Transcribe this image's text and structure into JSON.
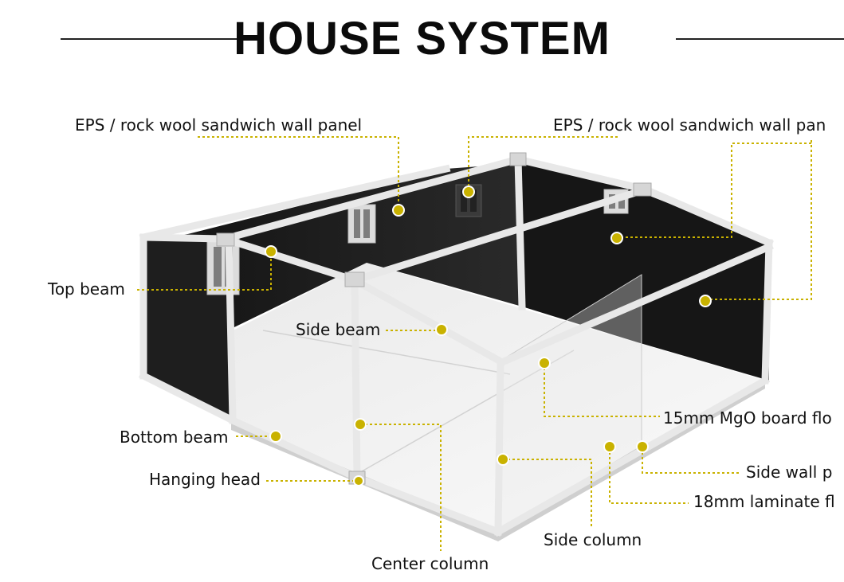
{
  "title": "HOUSE SYSTEM",
  "colors": {
    "callout": "#c9b200",
    "wall": "#1c1c1c",
    "frame": "#e6e6e6",
    "floor": "#f2f2f2"
  },
  "labels": {
    "wall_panel_left": "EPS / rock wool sandwich wall panel",
    "wall_panel_right": "EPS / rock wool sandwich wall pan",
    "top_beam": "Top beam",
    "side_beam": "Side beam",
    "bottom_beam": "Bottom beam",
    "hanging_head": "Hanging head",
    "center_column": "Center column",
    "side_column": "Side column",
    "mgo_floor": "15mm MgO board flo",
    "side_wall": "Side wall p",
    "laminate_floor": "18mm laminate fl"
  }
}
